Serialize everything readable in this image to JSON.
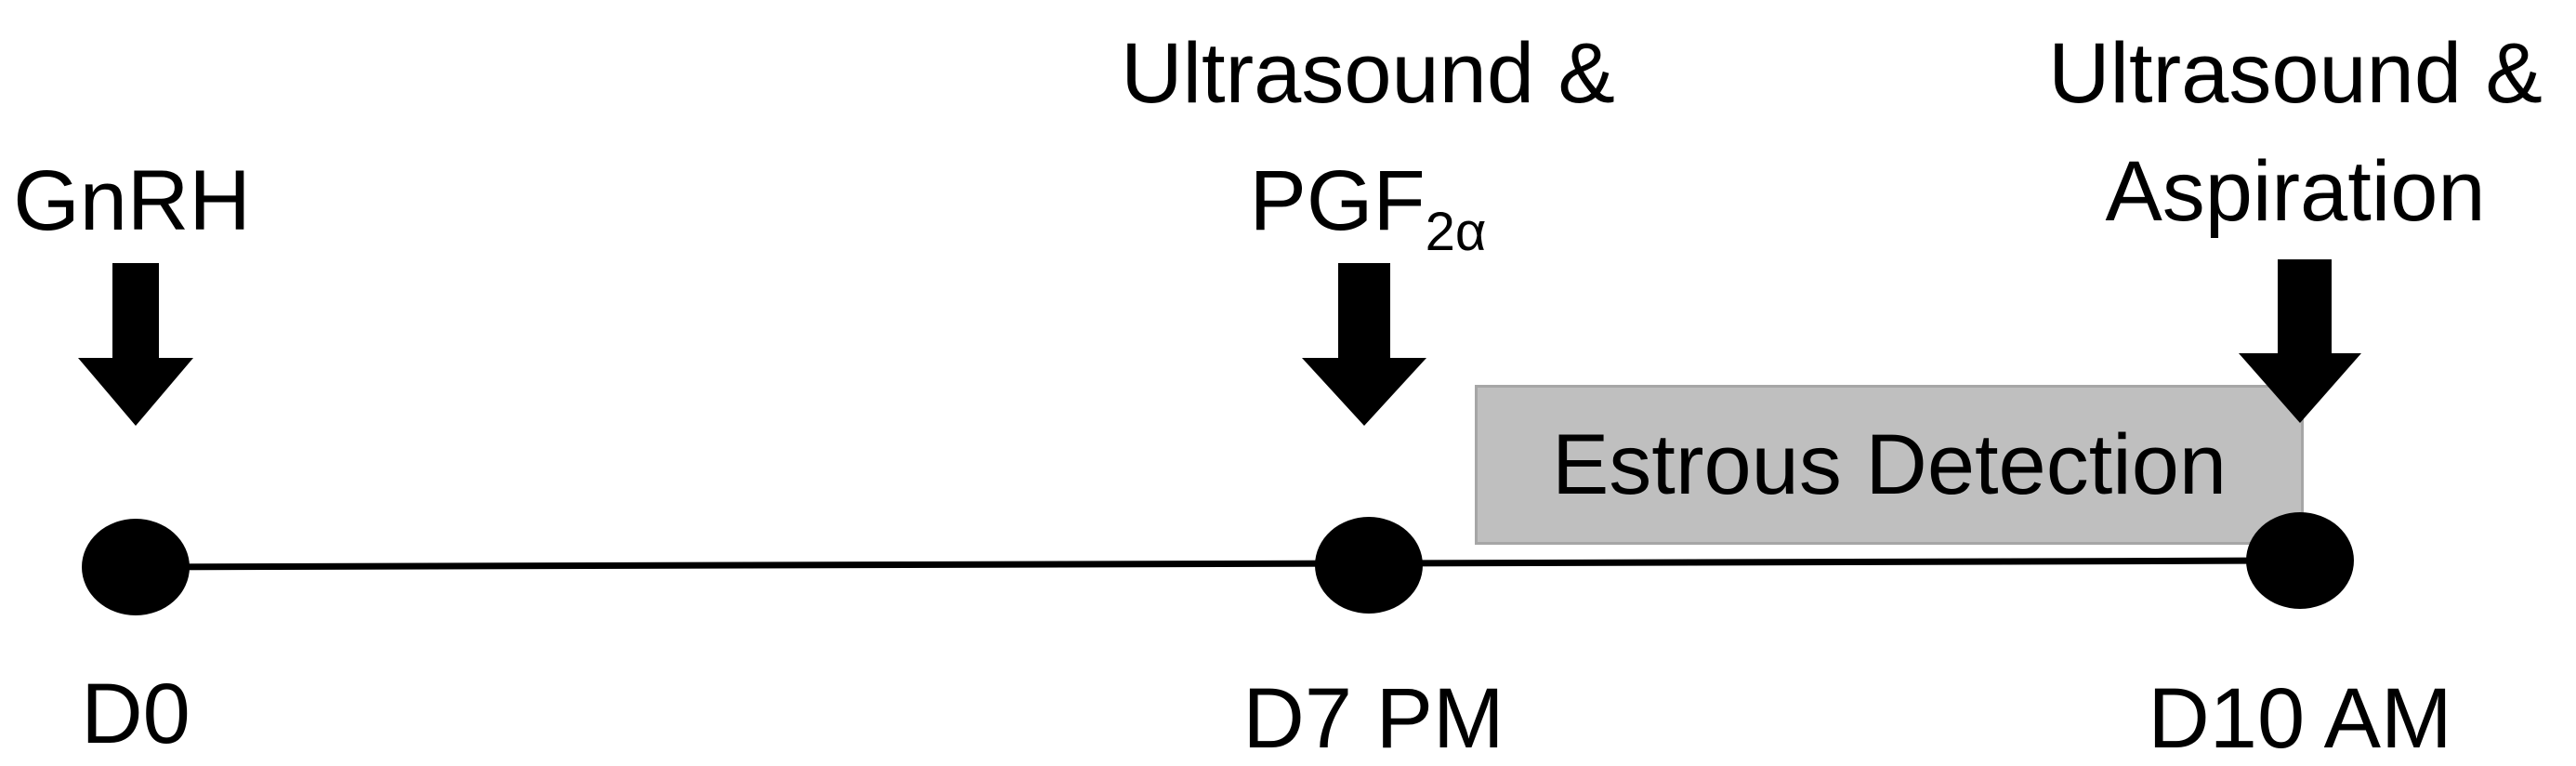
{
  "events": [
    {
      "id": "d0",
      "day_label": "D0",
      "event_label": "GnRH"
    },
    {
      "id": "d7",
      "day_label": "D7 PM",
      "event_label_line1": "Ultrasound &",
      "event_label_line2": "PGF",
      "event_label_line2_subscript": "2α"
    },
    {
      "id": "d10",
      "day_label": "D10 AM",
      "event_label_line1": "Ultrasound &",
      "event_label_line2": "Aspiration"
    }
  ],
  "period_box": {
    "label": "Estrous Detection",
    "fill": "#bfbfbf",
    "border": "#a6a6a6"
  },
  "colors": {
    "foreground": "#000000",
    "background": "#ffffff"
  },
  "icons": [
    "down-arrow-icon",
    "timepoint-dot-icon"
  ]
}
